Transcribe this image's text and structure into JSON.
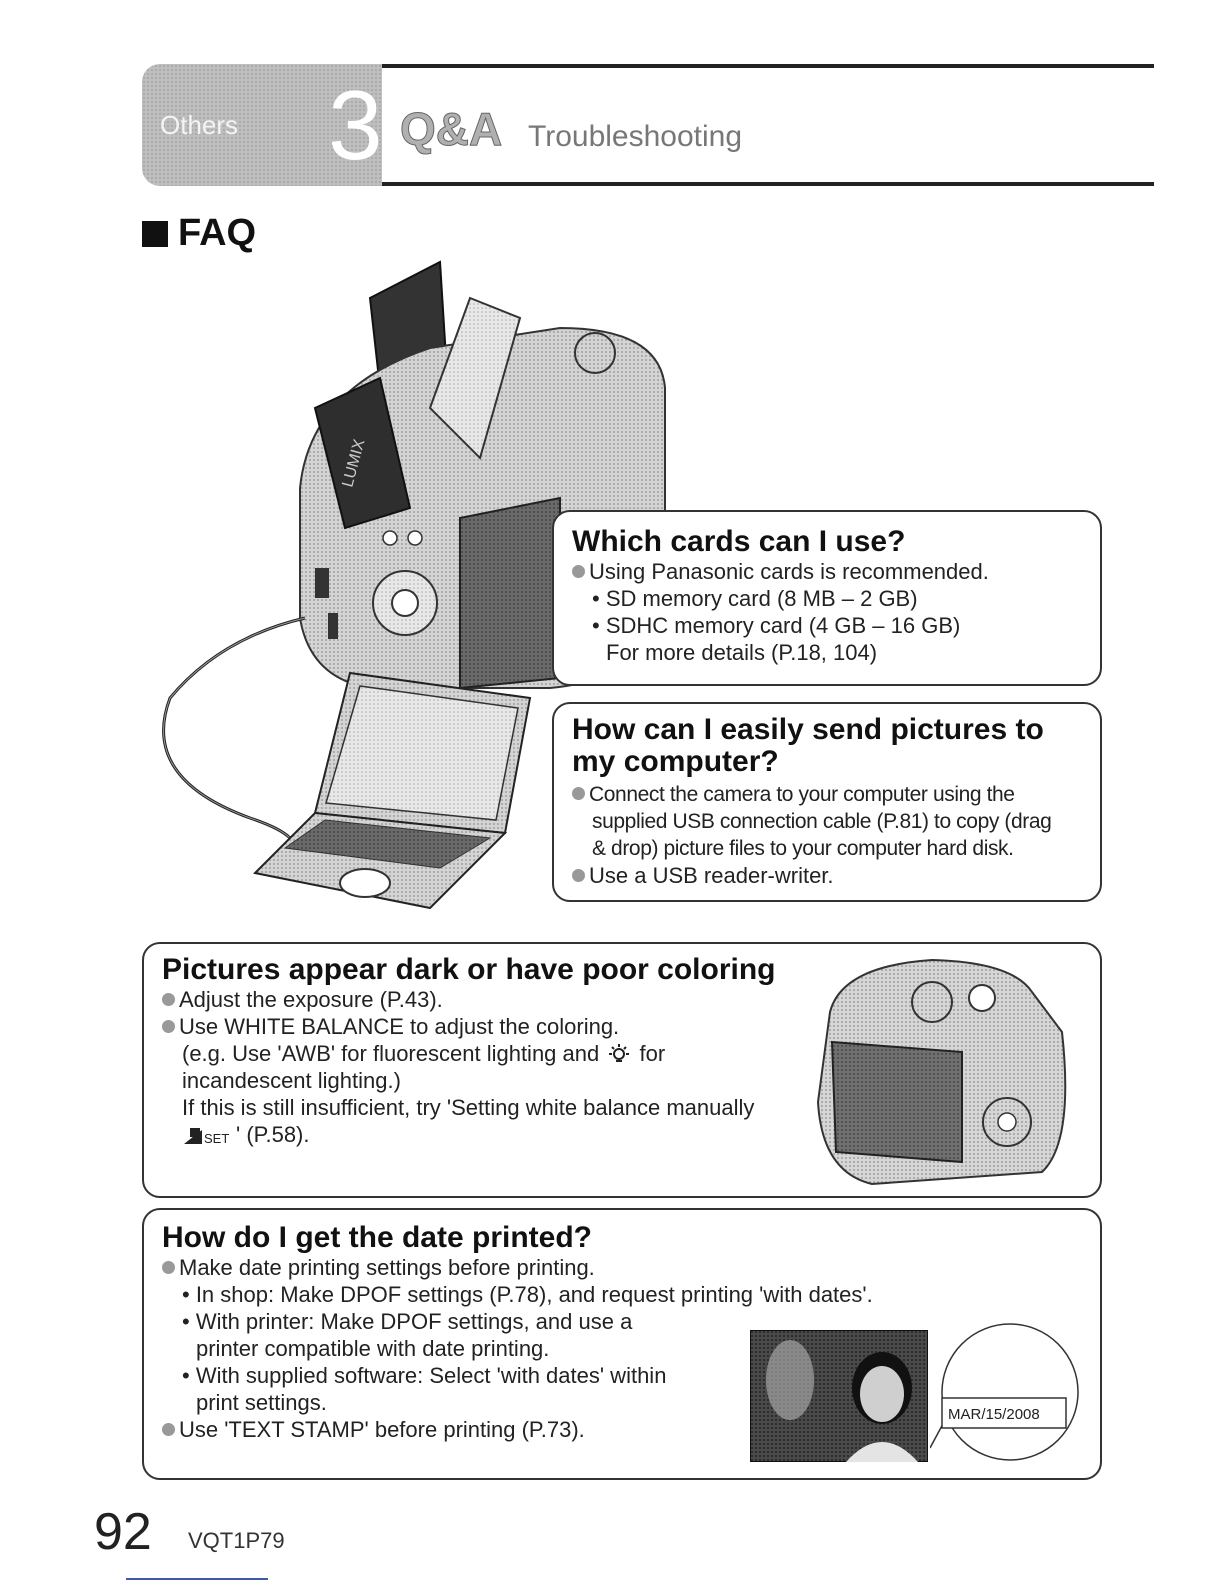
{
  "header": {
    "section": "Others",
    "chapter_number": "3",
    "title": "Q&A",
    "subtitle": "Troubleshooting"
  },
  "faq_heading": "FAQ",
  "illustration": {
    "camera_brand": "LUMIX"
  },
  "cards": {
    "question": "Which cards can I use?",
    "lines": [
      "Using Panasonic cards is recommended.",
      "• SD memory card (8 MB – 2 GB)",
      "• SDHC memory card (4 GB – 16 GB)",
      "For more details (P.18, 104)"
    ]
  },
  "send": {
    "question_line1": "How can I easily send pictures to",
    "question_line2": "my computer?",
    "lines": [
      "Connect the camera to your computer using the",
      "supplied USB connection cable (P.81) to copy (drag",
      "& drop) picture files to your computer hard disk.",
      "Use a USB reader-writer."
    ]
  },
  "dark": {
    "question": "Pictures appear dark or have poor coloring",
    "lines": [
      "Adjust the exposure (P.43).",
      "Use WHITE BALANCE to adjust the coloring.",
      "(e.g. Use 'AWB' for fluorescent lighting and",
      "for",
      "incandescent lighting.)",
      "If this is still insufficient, try 'Setting white balance manually",
      "' (P.58)."
    ],
    "wb_set_label": "SET"
  },
  "date": {
    "question": "How do I get the date printed?",
    "lines": [
      "Make date printing settings before printing.",
      "• In shop: Make DPOF settings (P.78), and request printing 'with dates'.",
      "• With printer: Make DPOF settings, and use a",
      "printer compatible with date printing.",
      "• With supplied software: Select 'with dates' within",
      "print settings.",
      "Use 'TEXT STAMP' before printing (P.73)."
    ],
    "stamp": "MAR/15/2008"
  },
  "footer": {
    "page_number": "92",
    "model_code": "VQT1P79"
  },
  "colors": {
    "band_gray": "#bfbfbf",
    "rule": "#222222",
    "footer_rule": "#3b5aa8"
  }
}
